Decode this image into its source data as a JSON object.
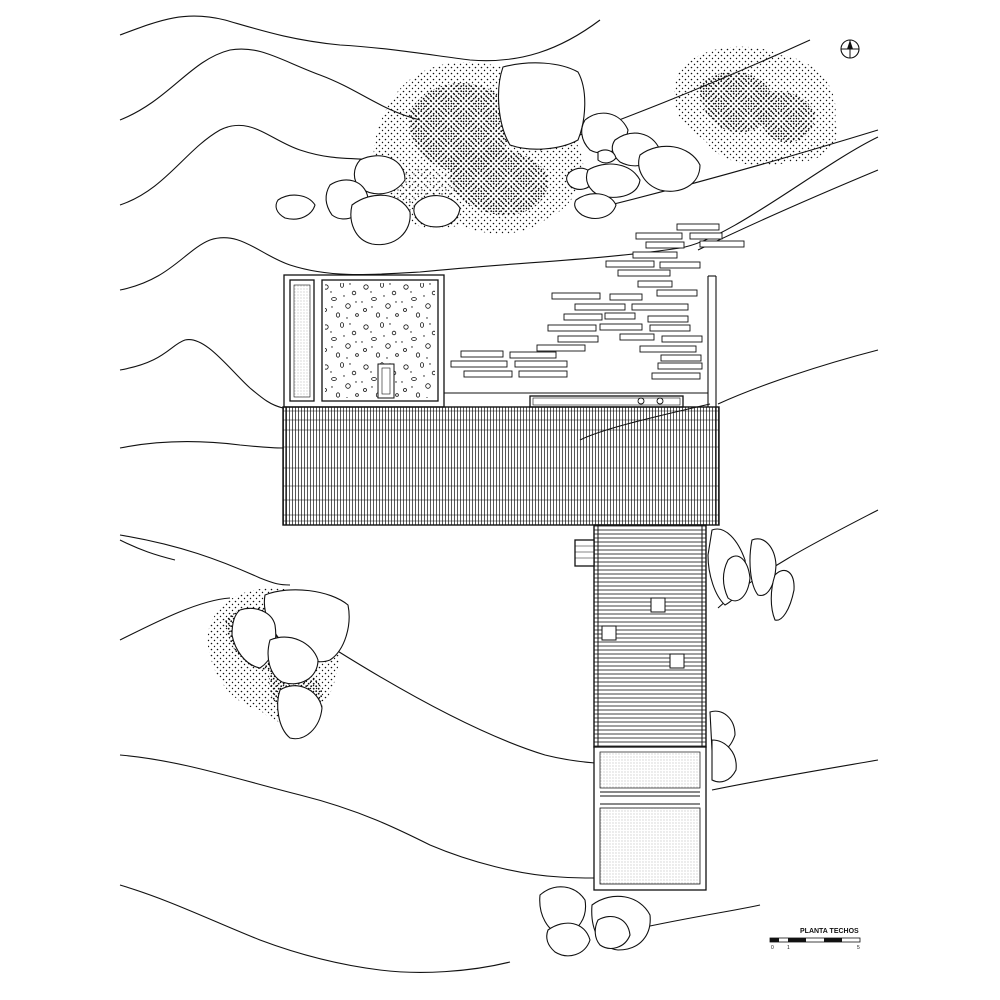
{
  "drawing": {
    "title": "PLANTA TECHOS",
    "scale_labels": [
      "0",
      "1",
      "5"
    ]
  },
  "symbols": {
    "north_arrow_icon": "north-arrow-icon"
  },
  "colors": {
    "ink": "#111111",
    "paper": "#ffffff"
  }
}
